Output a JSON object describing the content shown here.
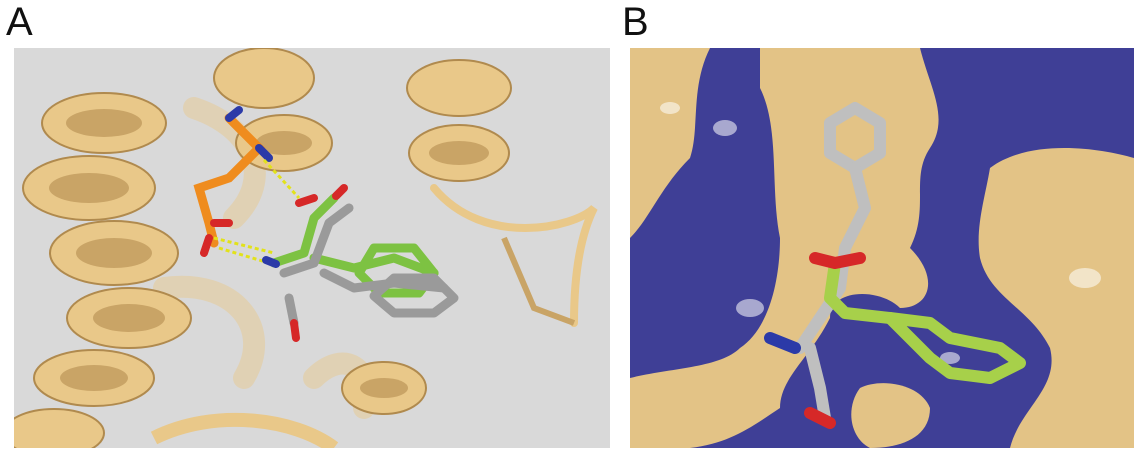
{
  "figure": {
    "panels": [
      {
        "label": "A",
        "depiction": "ribbon-cartoon-with-ligand-sticks"
      },
      {
        "label": "B",
        "depiction": "molecular-surface-with-ligand-sticks"
      }
    ]
  },
  "colors": {
    "ribbon": "#e9c889",
    "ribbon_shadow": "#c9a466",
    "background_a": "#d9d9d9",
    "surface_blue": "#3f3f96",
    "surface_tan": "#e3c386",
    "ligand_green": "#7dc242",
    "ligand_gray": "#9a9a9a",
    "cofactor_orange": "#ef8c1e",
    "oxygen_red": "#d62828",
    "nitrogen_blue": "#2b3aa8",
    "hbond_yellow": "#e2e21a"
  }
}
